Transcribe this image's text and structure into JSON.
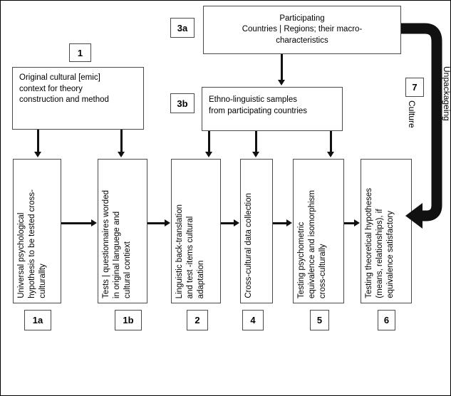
{
  "figure": {
    "title": "Cross-cultural research process flowchart",
    "border_color": "#000000",
    "box_border_color": "#4a4a4a",
    "line_color": "#111111"
  },
  "nodes": {
    "box1": {
      "tag": "1",
      "text": "Original  cultural [emic]\ncontext  for theory\nconstruction and method"
    },
    "box3a": {
      "tag": "3a",
      "text": "Participating\nCountries | Regions; their macro-\ncharacteristics"
    },
    "box3b": {
      "tag": "3b",
      "text": "Ethno-linguistic samples\nfrom participating countries"
    },
    "box1a": {
      "tag": "1a",
      "text": "Universal psychological\nhypothesis to be tested cross-\nculturallty"
    },
    "box1b": {
      "tag": "1b",
      "text": "Tests | questionnaires worded\nin original languege and\ncultural contiext"
    },
    "box2": {
      "tag": "2",
      "text": "Linguistic  back-translation\nand test -items cultural\nadaptation"
    },
    "box4": {
      "tag": "4",
      "text": "Cross-cultural data collection"
    },
    "box5": {
      "tag": "5",
      "text": "Testing psychometric\nequivalence and isomorphism\ncross-culturally"
    },
    "box6": {
      "tag": "6",
      "text": "Testing theoretical hypotheses\n(means, relationships), if\nequivalence satisfactory"
    }
  },
  "feedback": {
    "tag": "7",
    "label_inner": "Culture",
    "label_outer": "Unpackageing"
  }
}
